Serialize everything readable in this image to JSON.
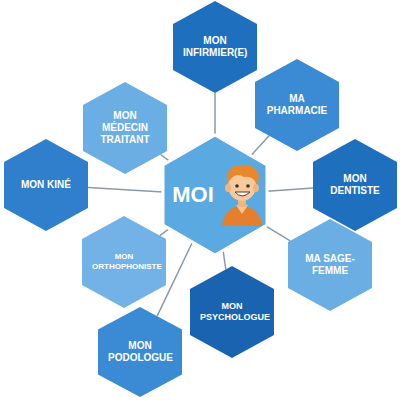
{
  "diagram": {
    "nodes": [
      {
        "text": [
          "MOI"
        ]
      },
      {
        "text": [
          "MON INFIRMIER(E)"
        ]
      },
      {
        "text": [
          "MA PHARMACIE"
        ]
      },
      {
        "text": [
          "MON MÉDECIN TRAITANT"
        ]
      },
      {
        "text": [
          "MON DENTISTE"
        ]
      },
      {
        "text": [
          "MON KINÉ"
        ]
      },
      {
        "text": [
          "MON ORTHOPHONISTE"
        ]
      },
      {
        "text": [
          "MA SAGE-FEMME"
        ]
      },
      {
        "text": [
          "MON PSYCHOLOGUE"
        ]
      },
      {
        "text": [
          "MON PODOLOGUE"
        ]
      }
    ],
    "edges": [
      {
        "from": 0,
        "to": 1,
        "arrow": "none"
      },
      {
        "from": 0,
        "to": 2,
        "arrow": "none"
      },
      {
        "from": 0,
        "to": 3,
        "arrow": "none"
      },
      {
        "from": 0,
        "to": 4,
        "arrow": "none"
      },
      {
        "from": 0,
        "to": 5,
        "arrow": "none"
      },
      {
        "from": 0,
        "to": 6,
        "arrow": "none"
      },
      {
        "from": 0,
        "to": 7,
        "arrow": "none"
      },
      {
        "from": 0,
        "to": 8,
        "arrow": "none"
      },
      {
        "from": 0,
        "to": 9,
        "arrow": "none"
      }
    ]
  }
}
